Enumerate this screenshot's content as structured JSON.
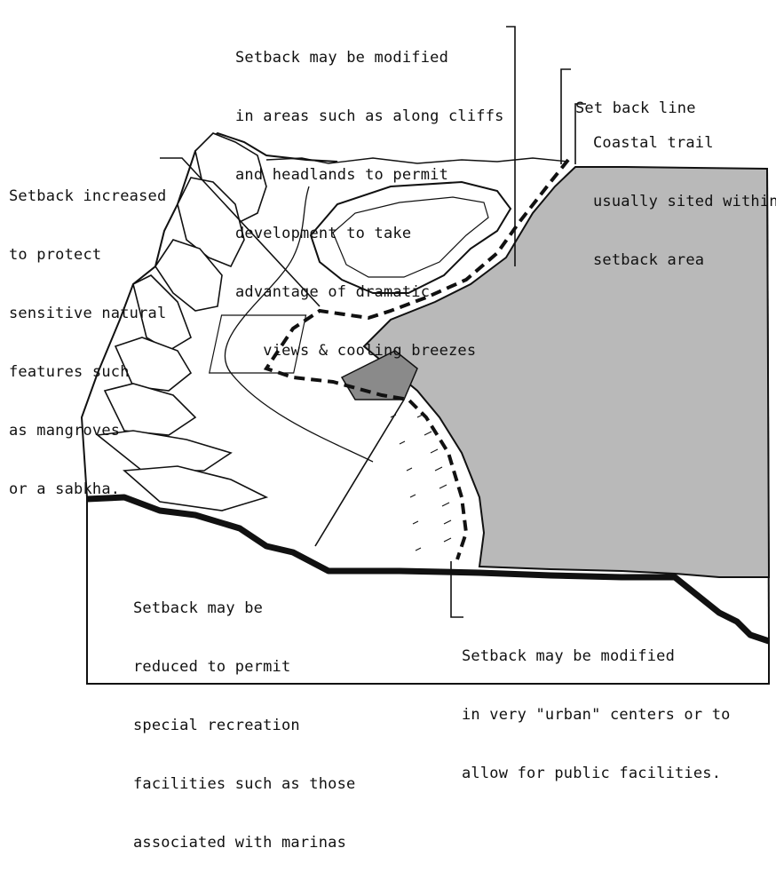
{
  "colors": {
    "sea": "#b9b9b9",
    "ink": "#111111",
    "paper": "#ffffff",
    "setback": "#111111"
  },
  "annotations": {
    "cliffs": {
      "lines": [
        "Setback may be modified",
        "in areas such as along cliffs",
        "and headlands to permit",
        "development to take",
        "advantage of dramatic",
        "   views & cooling breezes"
      ]
    },
    "setback_line": {
      "lines": [
        "Set back line"
      ]
    },
    "coastal_trail": {
      "lines": [
        "Coastal trail",
        "usually sited within",
        "setback area"
      ]
    },
    "increased": {
      "lines": [
        "Setback increased",
        "to protect",
        "sensitive natural",
        "features such",
        "as mangroves",
        "or a sabkha."
      ]
    },
    "reduced": {
      "lines": [
        "Setback may be",
        "reduced to permit",
        "special recreation",
        "facilities such as those",
        "associated with marinas"
      ]
    },
    "urban": {
      "lines": [
        "Setback may be modified",
        "in very \"urban\" centers or to",
        "allow for public facilities."
      ]
    }
  }
}
